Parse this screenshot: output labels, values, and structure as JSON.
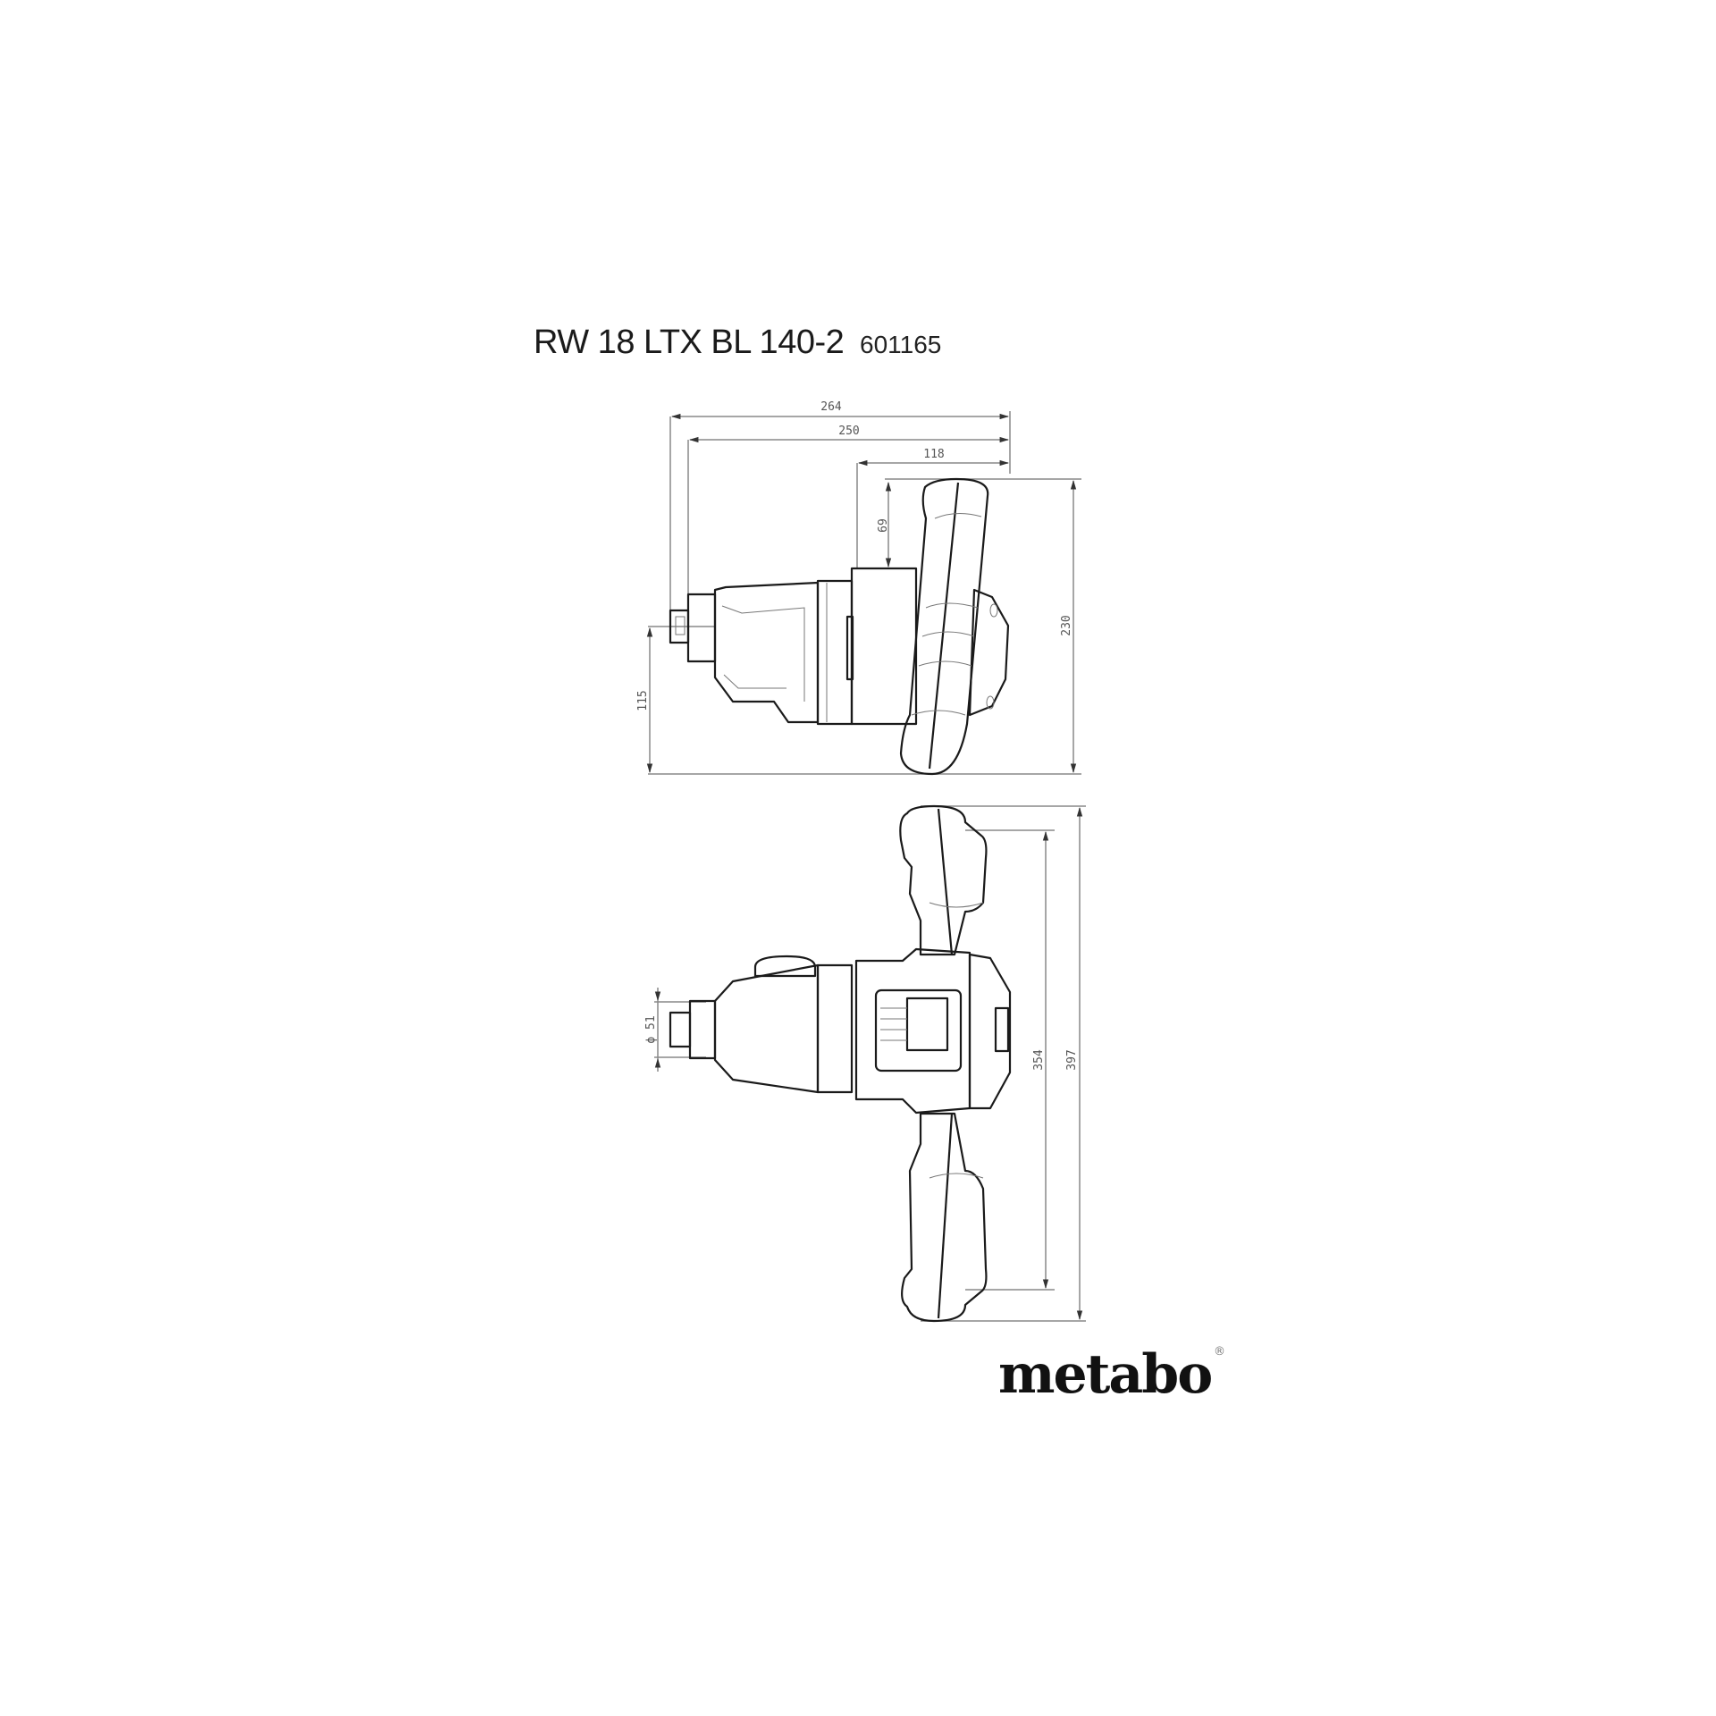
{
  "header": {
    "model": "RW 18 LTX BL 140-2",
    "article_number": "601165"
  },
  "side_view": {
    "dimensions": {
      "overall_length": "264",
      "length_without_shaft": "250",
      "handle_to_rear": "118",
      "handle_top_to_housing": "69",
      "total_height": "230",
      "shaft_axis_height": "115"
    }
  },
  "top_view": {
    "dimensions": {
      "spindle_diameter": "ϕ 51",
      "handle_span_inner": "354",
      "handle_span_overall": "397"
    }
  },
  "brand": {
    "logo_text": "metabo",
    "registered_mark": "®"
  }
}
